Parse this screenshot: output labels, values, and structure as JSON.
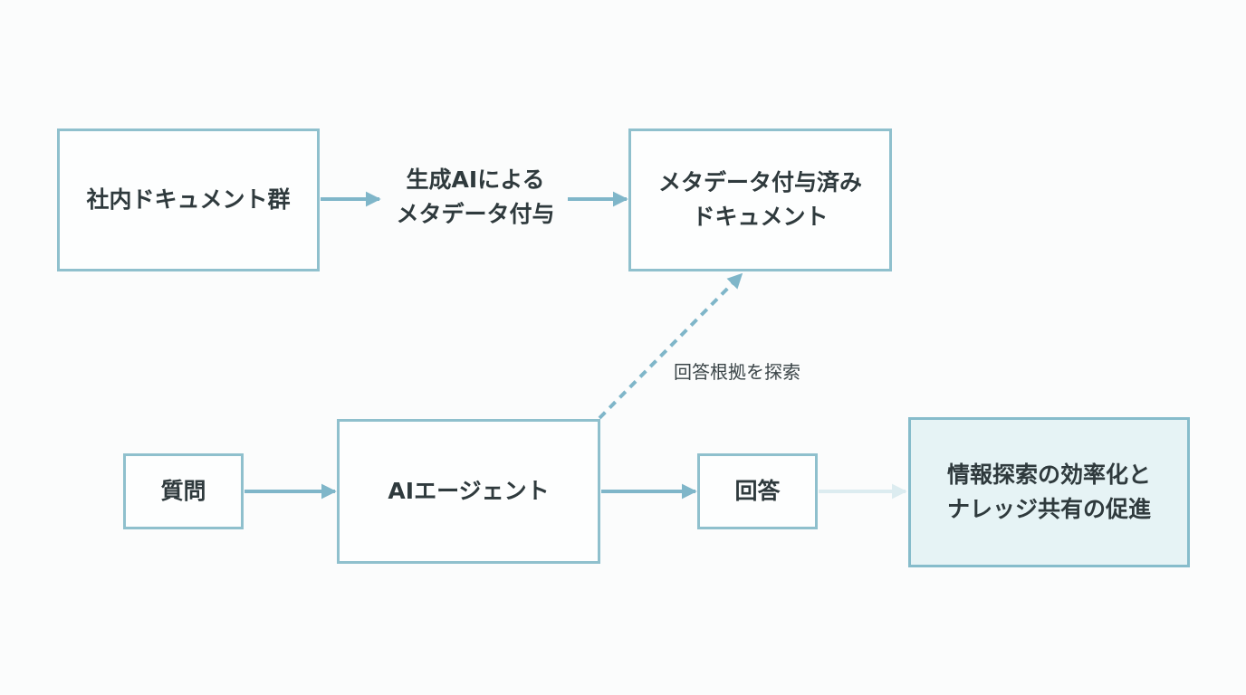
{
  "diagram": {
    "nodes": {
      "docs": "社内ドキュメント群",
      "meta_docs": "メタデータ付与済み\nドキュメント",
      "question": "質問",
      "agent": "AIエージェント",
      "answer": "回答",
      "result": "情報探索の効率化と\nナレッジ共有の促進"
    },
    "process_label": "生成AIによる\nメタデータ付与",
    "dashed_label": "回答根拠を探索"
  },
  "colors": {
    "border": "#8fc0cd",
    "arrow": "#7fb6c9",
    "result_fill": "#e6f3f5",
    "faint_arrow": "#dcecf0"
  }
}
